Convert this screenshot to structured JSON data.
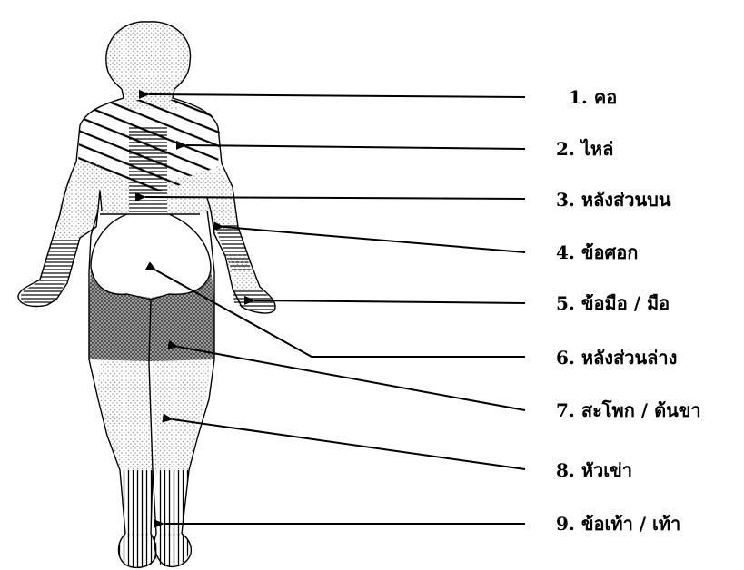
{
  "body_regions": [
    {
      "number": "1.",
      "name": "คอ"
    },
    {
      "number": "2.",
      "name": "ไหล่"
    },
    {
      "number": "3.",
      "name": "หลังส่วนบน"
    },
    {
      "number": "4.",
      "name": "ข้อศอก"
    },
    {
      "number": "5.",
      "name": "ข้อมือ / มือ"
    },
    {
      "number": "6.",
      "name": "หลังส่วนล่าง"
    },
    {
      "number": "7.",
      "name": "สะโพก / ต้นขา"
    },
    {
      "number": "8.",
      "name": "หัวเข่า"
    },
    {
      "number": "9.",
      "name": "ข้อเท้า / เท้า"
    }
  ],
  "colors": {
    "outline": "#000000",
    "dots": "#9a9a9a",
    "hatch": "#000000",
    "crosshatch": "#555555",
    "background": "#ffffff"
  }
}
